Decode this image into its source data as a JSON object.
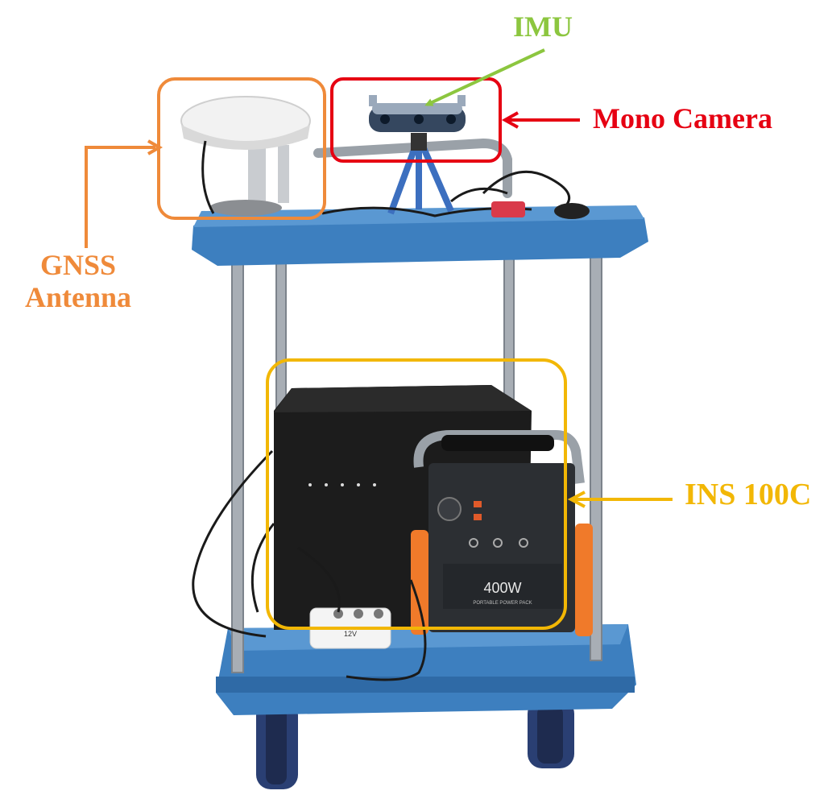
{
  "labels": {
    "imu": "IMU",
    "mono_camera": "Mono Camera",
    "gnss_line1": "GNSS",
    "gnss_line2": "Antenna",
    "ins": "INS 100C"
  },
  "device_text": {
    "power_rating": "400W",
    "power_subtitle": "PORTABLE POWER PACK",
    "adapter_text": "12V"
  },
  "colors": {
    "imu": "#8cc63f",
    "mono_camera": "#e60012",
    "gnss": "#ef8a3a",
    "ins": "#f2b705",
    "cart_blue": "#3d7fbf",
    "box_black": "#1c1c1c",
    "power_orange": "#f07a2a"
  }
}
